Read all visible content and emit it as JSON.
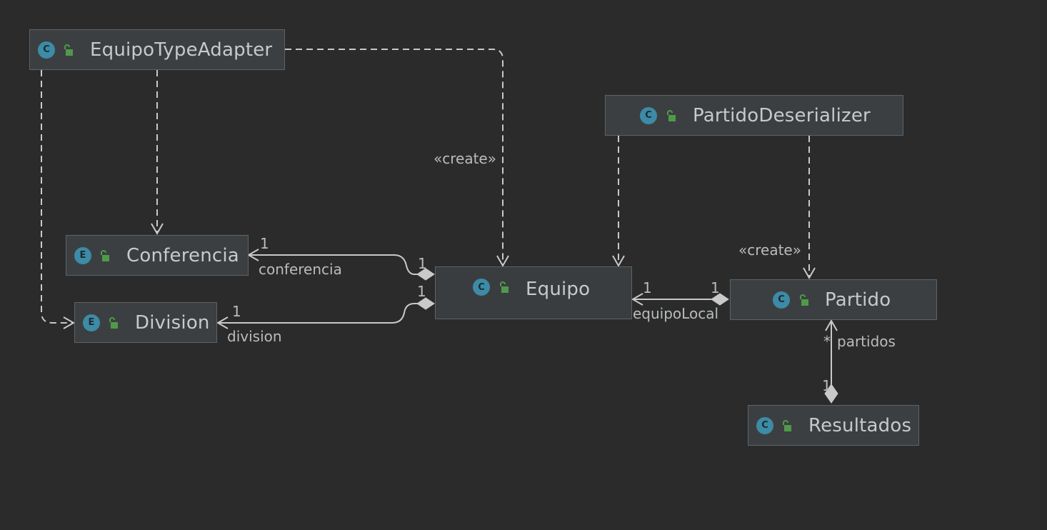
{
  "colors": {
    "background": "#2b2b2b",
    "node_fill": "#3c3f41",
    "node_border": "#5e6366",
    "badge": "#3d8ba6",
    "lock": "#4f9a4a",
    "text": "#c7cacc",
    "edge": "#c9c9c9"
  },
  "nodes": {
    "equipo_type_adapter": {
      "kind": "C",
      "name": "EquipoTypeAdapter",
      "icon": "class-icon"
    },
    "partido_deserializer": {
      "kind": "C",
      "name": "PartidoDeserializer",
      "icon": "class-icon"
    },
    "conferencia": {
      "kind": "E",
      "name": "Conferencia",
      "icon": "enum-icon"
    },
    "division": {
      "kind": "E",
      "name": "Division",
      "icon": "enum-icon"
    },
    "equipo": {
      "kind": "C",
      "name": "Equipo",
      "icon": "class-icon"
    },
    "partido": {
      "kind": "C",
      "name": "Partido",
      "icon": "class-icon"
    },
    "resultados": {
      "kind": "C",
      "name": "Resultados",
      "icon": "class-icon"
    }
  },
  "labels": {
    "create_equipo": "«create»",
    "create_partido": "«create»",
    "conferencia_mult_target": "1",
    "conferencia_role": "conferencia",
    "conferencia_mult_source": "1",
    "division_mult_target": "1",
    "division_role": "division",
    "division_mult_source": "1",
    "equipo_local_mult_target": "1",
    "equipo_local_mult_source": "1",
    "equipo_local_role": "equipoLocal",
    "partidos_mult_target": "*",
    "partidos_role": "partidos",
    "partidos_mult_source": "1"
  }
}
